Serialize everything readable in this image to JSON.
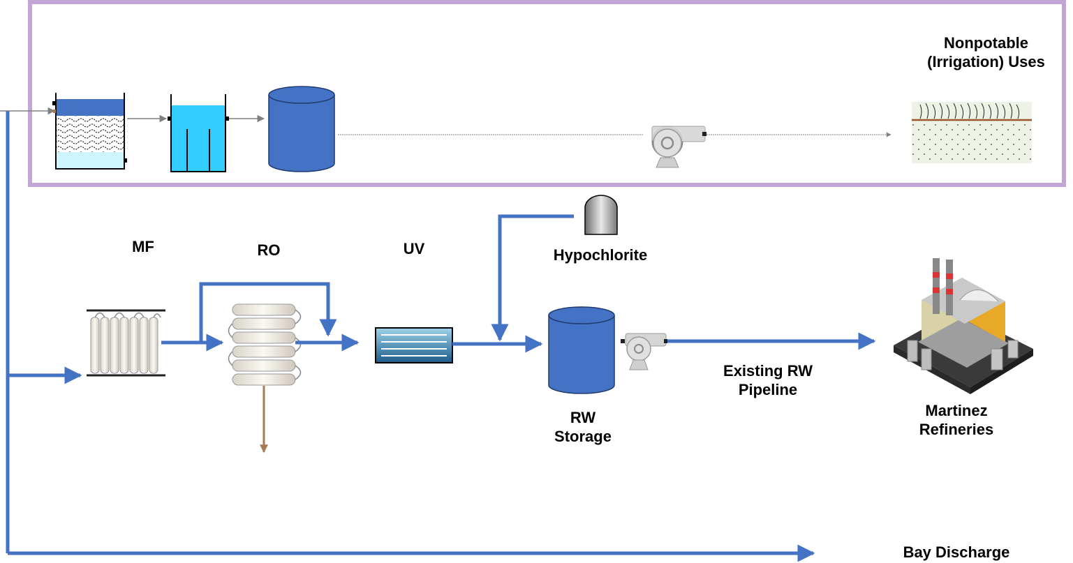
{
  "labels": {
    "mf": "MF",
    "ro": "RO",
    "uv": "UV",
    "hypochlorite": "Hypochlorite",
    "rw_storage": [
      "RW",
      "Storage"
    ],
    "existing_rw_pipeline": [
      "Existing RW",
      "Pipeline"
    ],
    "martinez_refineries": [
      "Martinez",
      "Refineries"
    ],
    "nonpotable": [
      "Nonpotable",
      "(Irrigation) Uses"
    ],
    "bay_discharge": "Bay Discharge"
  },
  "colors": {
    "pipe_blue": "#4472c4",
    "frame_purple": "#c3a6d8",
    "tank_blue": "#4472c4",
    "clarifier_cyan": "#33ccff",
    "concentrate_brown": "#a67c52",
    "thin_gray": "#808080"
  },
  "icons": [
    "primary-clarifier-icon",
    "filter-basin-icon",
    "storage-tank-icon",
    "pump-icon",
    "irrigation-field-icon",
    "mf-membrane-icon",
    "ro-membrane-icon",
    "uv-reactor-icon",
    "hypochlorite-tank-icon",
    "refinery-icon"
  ]
}
